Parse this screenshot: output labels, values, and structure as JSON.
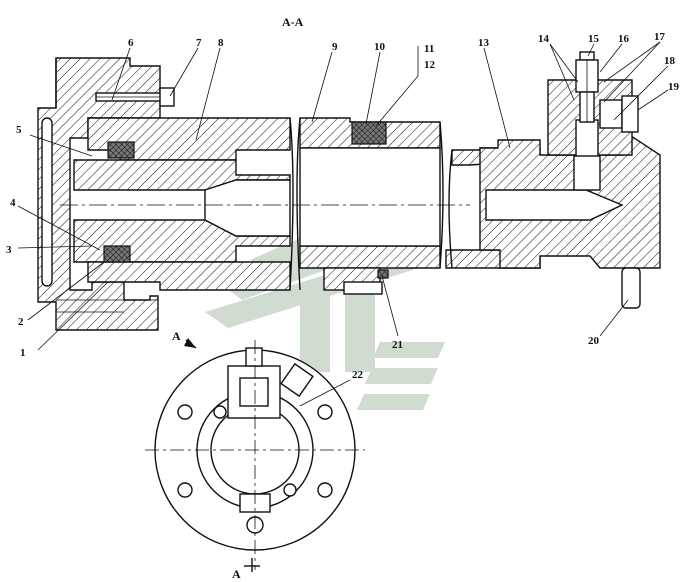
{
  "section_title": "A-A",
  "view_marker": "A",
  "callouts": [
    "1",
    "2",
    "3",
    "4",
    "5",
    "6",
    "7",
    "8",
    "9",
    "10",
    "11",
    "12",
    "13",
    "14",
    "15",
    "16",
    "17",
    "18",
    "19",
    "20",
    "21",
    "22"
  ],
  "colors": {
    "line": "#111111",
    "watermark": "#c9d6c9",
    "seal_fill": "#444444"
  }
}
